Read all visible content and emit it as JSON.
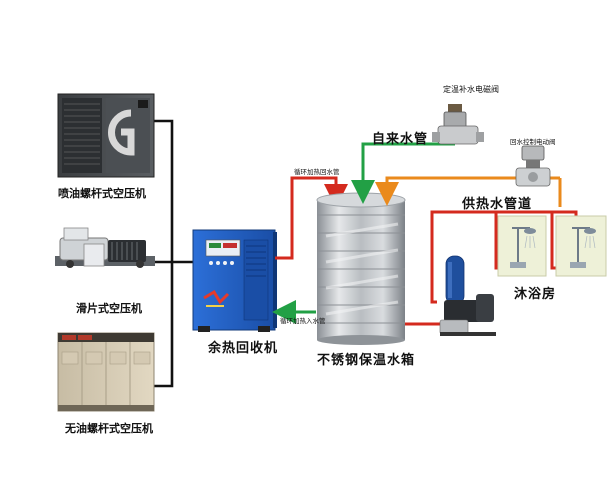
{
  "labels": {
    "compressor_oil_screw": "喷油螺杆式空压机",
    "compressor_sliding_vane": "滑片式空压机",
    "compressor_oil_free": "无油螺杆式空压机",
    "heat_recovery_unit": "余热回收机",
    "tank": "不锈钢保温水箱",
    "tap_water_pipe": "自来水管",
    "hot_water_supply_pipe": "供热水管道",
    "bathroom": "沐浴房",
    "thermostat_valve": "定温补水电磁阀",
    "return_valve": "回水控制电动阀",
    "circulation_heated_pipe": "循环加热回水管",
    "circulation_heated_inlet": "循环加热入水管"
  },
  "colors": {
    "hot_water": "#d42a1e",
    "tap_water": "#22a045",
    "return_water": "#ea8a1c",
    "air_line": "#111111",
    "unit_blue": "#1f5fc2"
  }
}
